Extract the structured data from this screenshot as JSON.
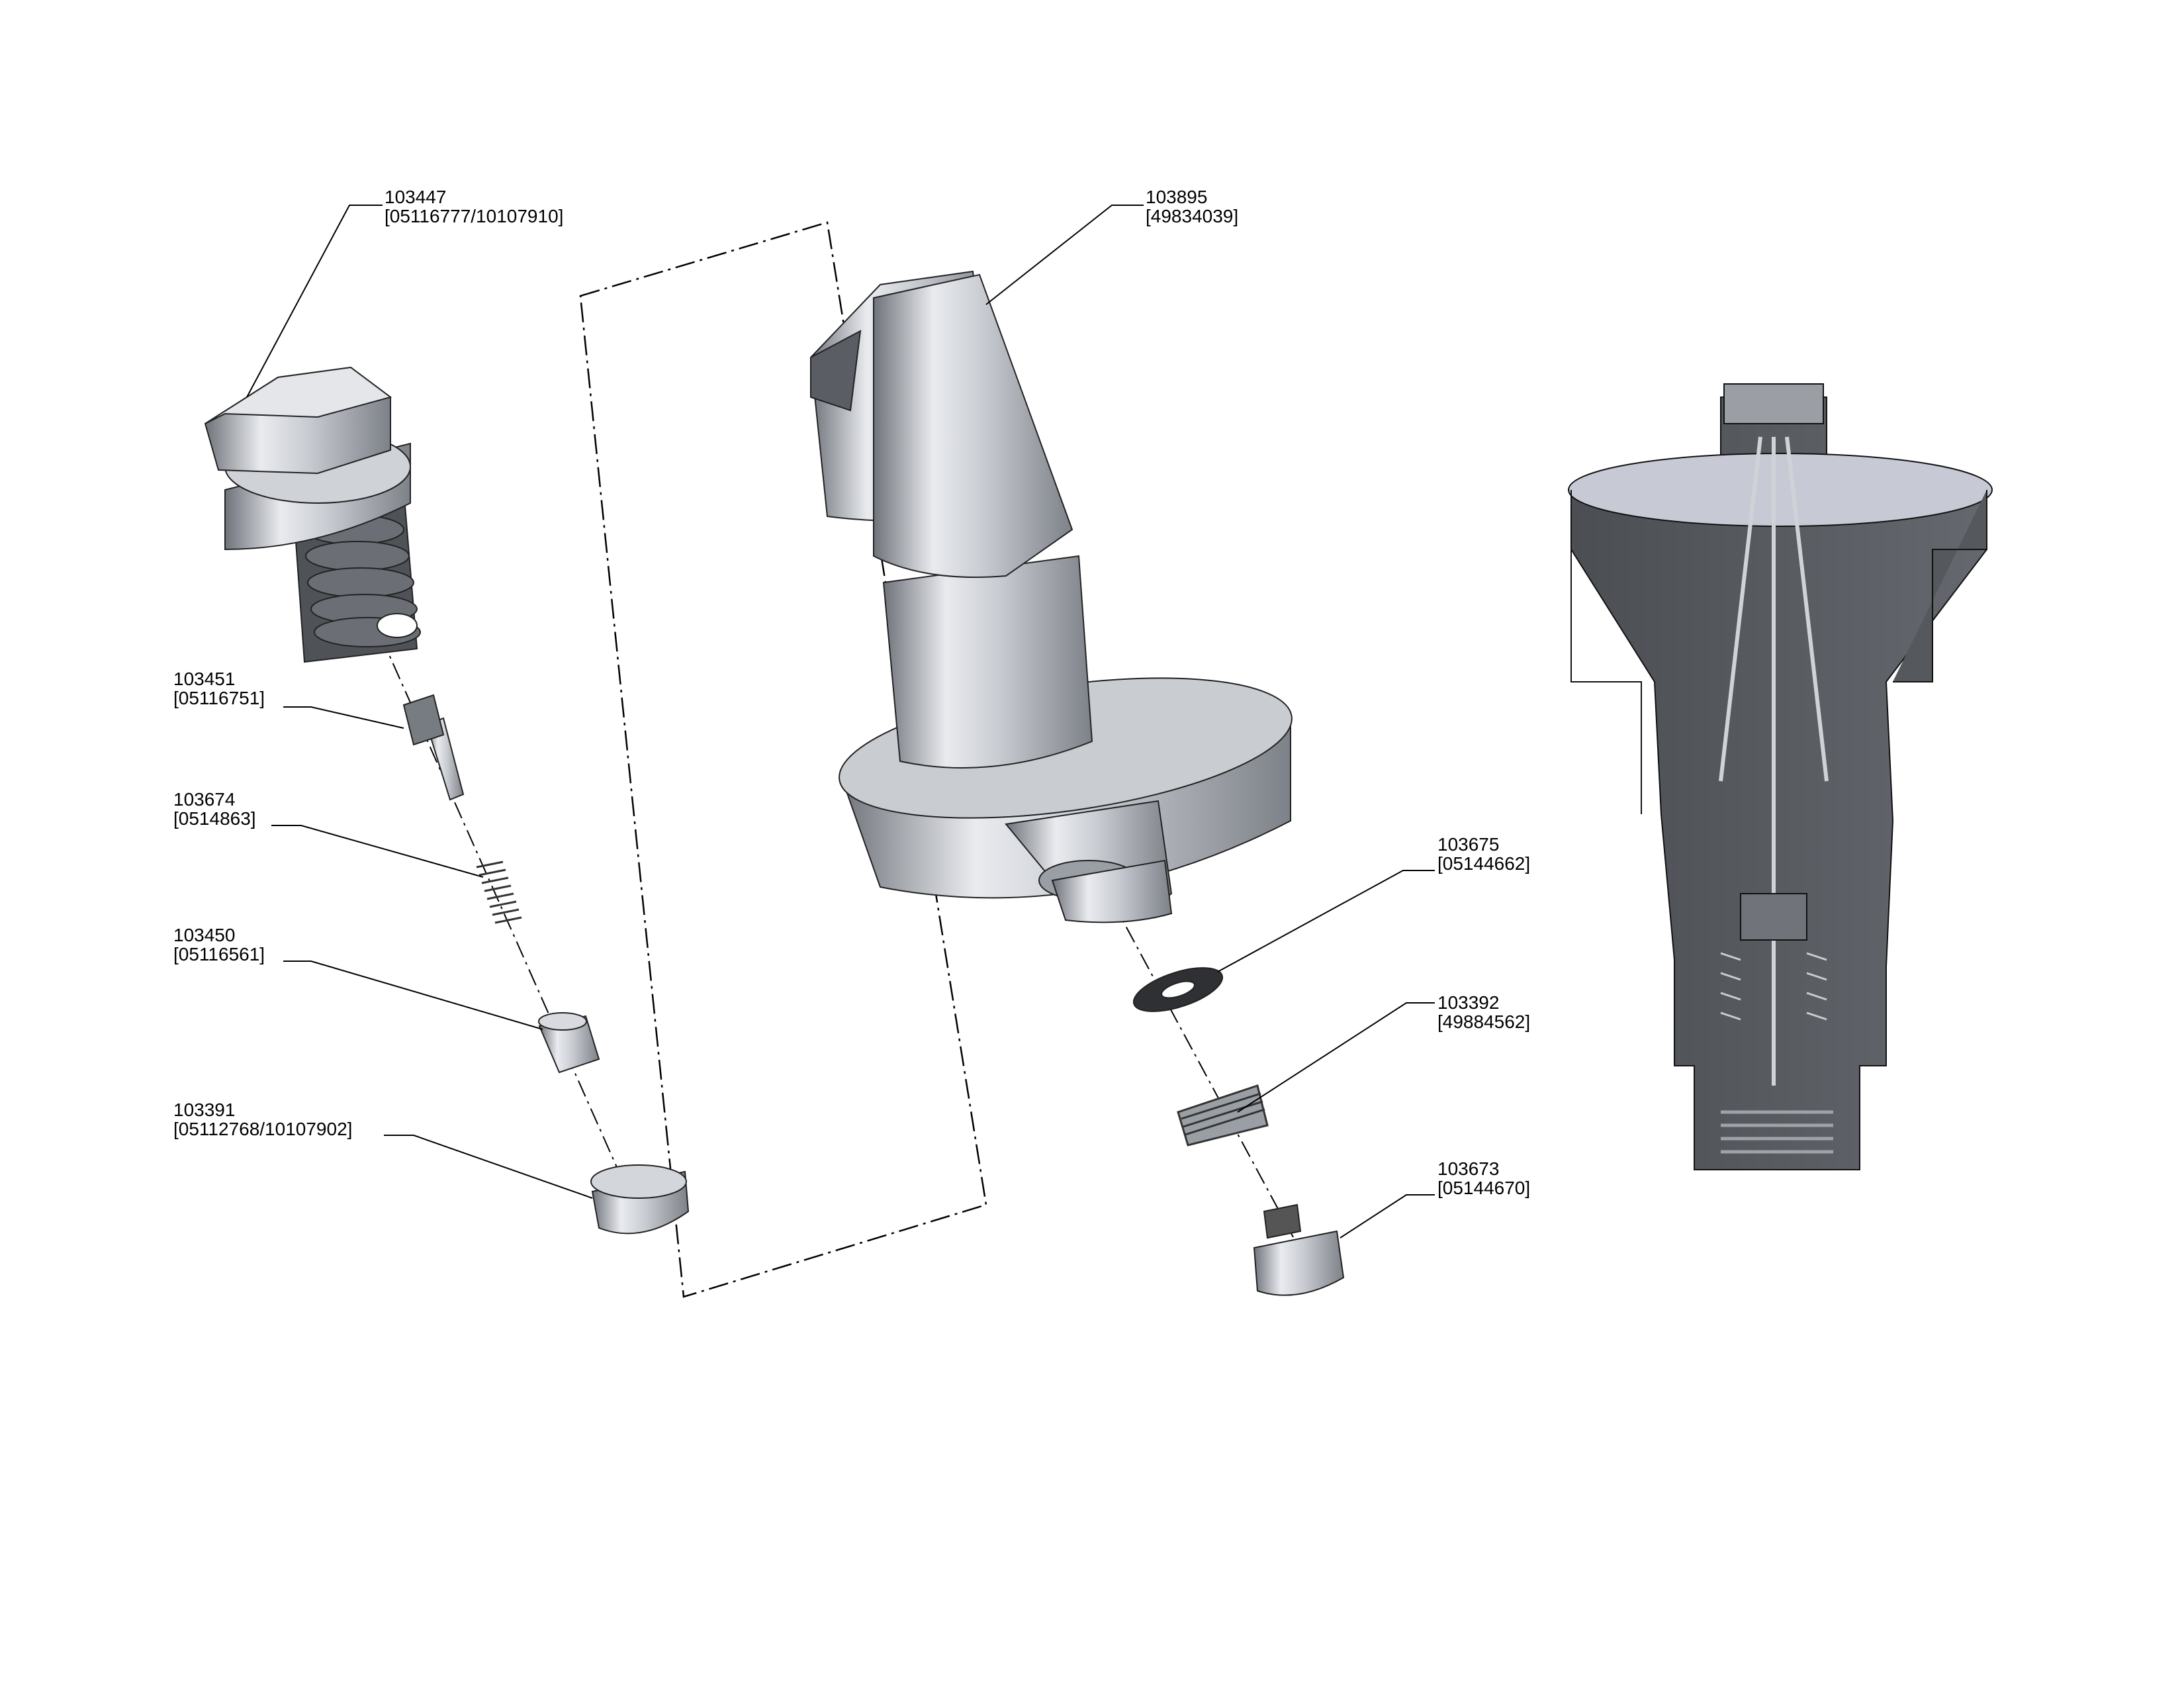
{
  "callouts": [
    {
      "part": "103447",
      "ref": "[05116777/10107910]"
    },
    {
      "part": "103451",
      "ref": "[05116751]"
    },
    {
      "part": "103674",
      "ref": "[0514863]"
    },
    {
      "part": "103450",
      "ref": "[05116561]"
    },
    {
      "part": "103391",
      "ref": "[05112768/10107902]"
    },
    {
      "part": "103895",
      "ref": "[49834039]"
    },
    {
      "part": "103675",
      "ref": "[05144662]"
    },
    {
      "part": "103392",
      "ref": "[49884562]"
    },
    {
      "part": "103673",
      "ref": "[05144670]"
    }
  ],
  "colors": {
    "metal_light": "#e6e8ec",
    "metal_mid": "#a9adb4",
    "metal_dark": "#5c5f65",
    "section": "#55585d",
    "line": "#000000"
  }
}
